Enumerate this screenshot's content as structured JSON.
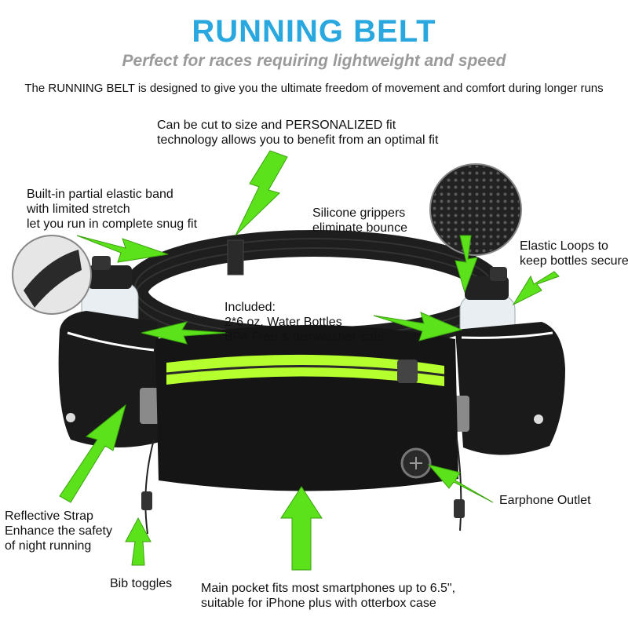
{
  "header": {
    "title": "RUNNING BELT",
    "subtitle": "Perfect for races requiring lightweight and speed",
    "description": "The RUNNING BELT is designed to give you the ultimate freedom of movement and comfort during longer runs"
  },
  "callouts": {
    "personalized": [
      "Can be cut to size and PERSONALIZED fit",
      "technology allows you to benefit from an optimal fit"
    ],
    "elastic_band": [
      "Built-in partial elastic band",
      "with limited stretch",
      "let you run in complete snug fit"
    ],
    "silicone": [
      "Silicone grippers",
      "eliminate bounce"
    ],
    "elastic_loops": [
      "Elastic Loops to",
      "keep bottles secure"
    ],
    "included": [
      "Included:",
      "2*6 oz. Water Bottles",
      "BPA Free & dishwasher-safe"
    ],
    "earphone": [
      "Earphone Outlet"
    ],
    "reflective": [
      "Reflective Strap",
      "Enhance the safety",
      "of night running"
    ],
    "bib": [
      "Bib toggles"
    ],
    "main_pocket": [
      "Main pocket fits most smartphones up to 6.5\",",
      "suitable for iPhone plus with otterbox case"
    ]
  },
  "colors": {
    "title": "#29a8e0",
    "subtitle": "#9a9a9a",
    "arrow": "#5be21a",
    "belt": "#1a1a1a",
    "zipper_accent": "#b6ff2e"
  }
}
